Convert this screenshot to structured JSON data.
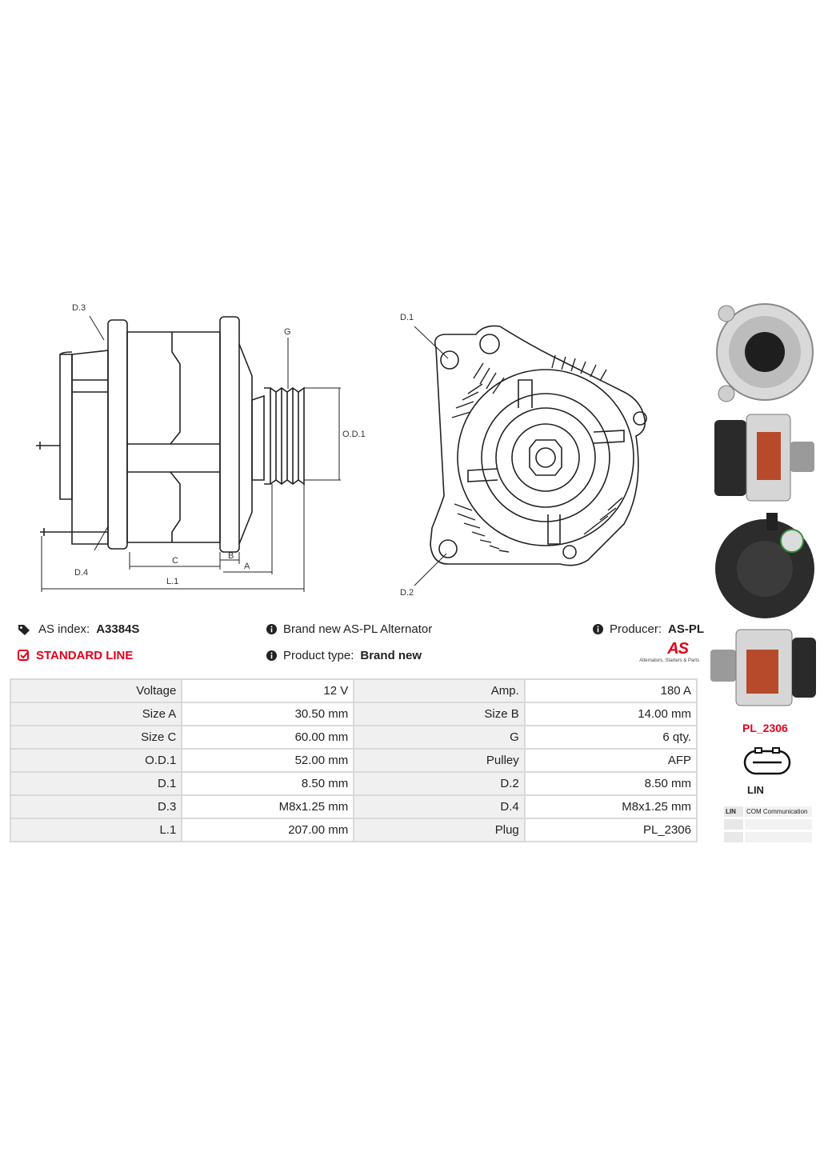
{
  "drawing": {
    "labels": {
      "d3": "D.3",
      "g": "G",
      "od1": "O.D.1",
      "d4": "D.4",
      "b": "B",
      "c": "C",
      "a": "A",
      "l1": "L.1",
      "d1": "D.1",
      "d2": "D.2"
    }
  },
  "info": {
    "as_index_label": "AS index:",
    "as_index_value": "A3384S",
    "standard_line": "STANDARD LINE",
    "brand_new_alt": "Brand new AS-PL Alternator",
    "product_type_label": "Product type:",
    "product_type_value": "Brand new",
    "producer_label": "Producer:",
    "producer_value": "AS-PL",
    "logo_text": "AS",
    "logo_tagline": "Alternators, Starters & Parts"
  },
  "specs": [
    [
      "Voltage",
      "12 V",
      "Amp.",
      "180 A"
    ],
    [
      "Size A",
      "30.50 mm",
      "Size B",
      "14.00 mm"
    ],
    [
      "Size C",
      "60.00 mm",
      "G",
      "6 qty."
    ],
    [
      "O.D.1",
      "52.00 mm",
      "Pulley",
      "AFP"
    ],
    [
      "D.1",
      "8.50 mm",
      "D.2",
      "8.50 mm"
    ],
    [
      "D.3",
      "M8x1.25 mm",
      "D.4",
      "M8x1.25 mm"
    ],
    [
      "L.1",
      "207.00 mm",
      "Plug",
      "PL_2306"
    ]
  ],
  "plug": {
    "name": "PL_2306",
    "type": "LIN",
    "com_rows": [
      {
        "c1": "LIN",
        "c2": "COM Communication"
      },
      {
        "c1": "",
        "c2": ""
      },
      {
        "c1": "",
        "c2": ""
      }
    ]
  },
  "colors": {
    "accent": "#e3001b",
    "table_label_bg": "#f0f0f0",
    "table_border": "#d9d9d9"
  },
  "icons": [
    "tags-icon",
    "check-square-icon",
    "info-circle-icon"
  ]
}
